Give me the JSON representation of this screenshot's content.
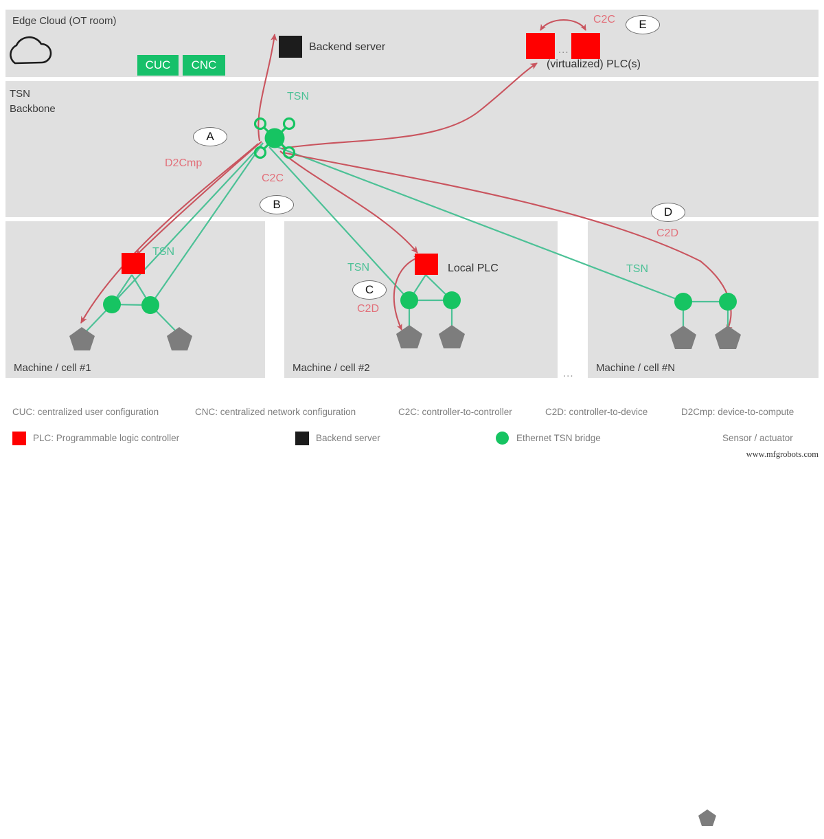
{
  "bands": {
    "edge": {
      "title": "Edge Cloud (OT room)"
    },
    "backbone": {
      "title_line1": "TSN",
      "title_line2": "Backbone"
    }
  },
  "edge": {
    "cloud_icon": "cloud-icon",
    "badges": [
      {
        "id": "cuc",
        "label": "CUC"
      },
      {
        "id": "cnc",
        "label": "CNC"
      }
    ],
    "backend_server_label": "Backend server",
    "virtual_plc_label": "(virtualized) PLC(s)",
    "virtual_plc_dots": "...",
    "c2c_label": "C2C",
    "marker_e": "E"
  },
  "backbone": {
    "tsn_label": "TSN",
    "marker_a": "A",
    "marker_b": "B",
    "marker_d": "D",
    "d2cmp_label": "D2Cmp",
    "c2c_label": "C2C",
    "c2d_label": "C2D"
  },
  "cells": [
    {
      "id": "cell1",
      "title": "Machine / cell #1",
      "tsn_label": "TSN"
    },
    {
      "id": "cell2",
      "title": "Machine / cell #2",
      "tsn_label": "TSN",
      "plc_label": "Local PLC",
      "marker_c": "C",
      "c2d_label": "C2D"
    },
    {
      "id": "cellN",
      "title": "Machine / cell #N",
      "tsn_label": "TSN",
      "c2d_label": "C2D"
    }
  ],
  "cells_gap_dots": "...",
  "legend": {
    "acronyms": [
      "CUC: centralized user configuration",
      "CNC: centralized network configuration",
      "C2C: controller-to-controller",
      "C2D: controller-to-device",
      "D2Cmp: device-to-compute"
    ],
    "symbols": [
      {
        "icon": "red-square-icon",
        "label": "PLC: Programmable logic controller"
      },
      {
        "icon": "black-square-icon",
        "label": "Backend server"
      },
      {
        "icon": "green-circle-icon",
        "label": "Ethernet TSN bridge"
      },
      {
        "icon": "grey-pentagon-icon",
        "label": "Sensor / actuator"
      }
    ]
  },
  "watermark": "www.mfgrobots.com",
  "colors": {
    "plc_red": "#ff0000",
    "server_black": "#1c1c1c",
    "bridge_green": "#16c462",
    "tsn_link_green": "#4cc196",
    "flow_red": "#c9545e",
    "sensor_grey": "#7d7d7d",
    "band_grey": "#e0e0e0",
    "badge_green": "#17c06a"
  }
}
